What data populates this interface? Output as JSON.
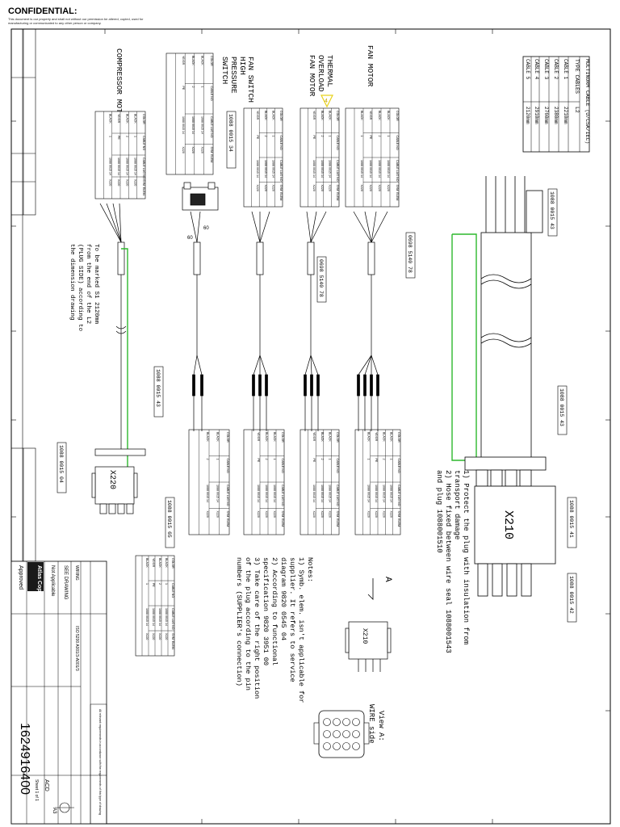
{
  "header": {
    "confidential": "CONFIDENTIAL:",
    "notice": "This document is our property and shall not without our permission be altered, copied, used for manufacturing or communicated to any other person or company."
  },
  "components": {
    "compressor_motor": "COMPRESSOR MOTOR",
    "high_pressure_switch": "HIGH PRESSURE SWITCH",
    "fan_switch": "FAN SWITCH",
    "thermal_overload": "THERMAL OVERLOAD FAN MOTOR",
    "fan_motor": "FAN MOTOR"
  },
  "cable_table": {
    "title": "MULTINORM CABLE (U/CSA/IEC)",
    "header": [
      "TYPE CABLES",
      "L2"
    ],
    "rows": [
      [
        "CABLE 1",
        "2210mm"
      ],
      [
        "CABLE 2",
        "2380mm"
      ],
      [
        "CABLE 3",
        "2760mm"
      ],
      [
        "CABLE 4",
        "2910mm"
      ],
      [
        "CABLE 5",
        "2120mm"
      ]
    ]
  },
  "part_labels": {
    "p_top_cable": "1088 0015 43",
    "p_compressor": "1088 0015 34",
    "p_plug_x220_a": "1088 0015 65",
    "p_plug_x220_b": "1088 0015 04",
    "p_thermal": "0698 5140 78",
    "p_fan": "0698 5140 78",
    "p_x210_a": "1088 0015 43",
    "p_x210_b": "1088 0015 41",
    "p_x210_c": "1088 0015 42",
    "p_top": "1088 0015 43"
  },
  "connectors": {
    "x220": "X220",
    "x210": "X210",
    "x210_small": "X210"
  },
  "annotations": {
    "marked_note": "To be marked S1 2120mm from the end of the L2 (PLUG SIDE) according to the dimension drawing",
    "pin_60": "60",
    "pin_60b": "60",
    "view_label": "View A:",
    "view_side": "WIRE side",
    "arrow_a": "A"
  },
  "protect_notes": [
    "1) Protect the plug with insulation from",
    "   transport damage",
    "2) Hose fixed between wire seal 1088001543",
    "   and plug 1088001510"
  ],
  "notes": [
    "Notes:",
    "1) Symb. elem. isn't applicable for",
    "   supplier. It refers to service",
    "   diagram 9820 0545 04",
    "2) According to functional",
    "   specification 9820 3951 00",
    "3) Take care of the right position",
    "   of the plug according to the pin",
    "   numbers (SUPPLIER's connection)"
  ],
  "wire_table": {
    "header": [
      "COLOR",
      "CABLE NO",
      "CABLE LUG NO",
      "SYM. ELEM."
    ],
    "rows": [
      [
        "BLACK",
        "1",
        "1088 0015 14",
        "X220"
      ],
      [
        "BLACK",
        "2",
        "1088 0015 14",
        "X220"
      ],
      [
        "YE/GR",
        "PE",
        "1088 0015 14",
        "X220"
      ]
    ]
  },
  "title_block": {
    "drawing_number": "1624916400",
    "drawing_type": "SEE DRAWING",
    "wiring": "WIRING",
    "not_applicable": "Not Applicable",
    "company": "Atlas Copco",
    "approved": "Approved",
    "sheet": "Sheet 1 of 1",
    "scale": "A3",
    "revision": "ACD",
    "doc_ref": "ISO 5200 A001/3-A001/3",
    "compliance": "All relevant requirements in accordance with the requirements of this type of drawing"
  },
  "colors": {
    "line": "#000000",
    "green_wire": "#2db82d",
    "warning": "#e8d21c"
  }
}
